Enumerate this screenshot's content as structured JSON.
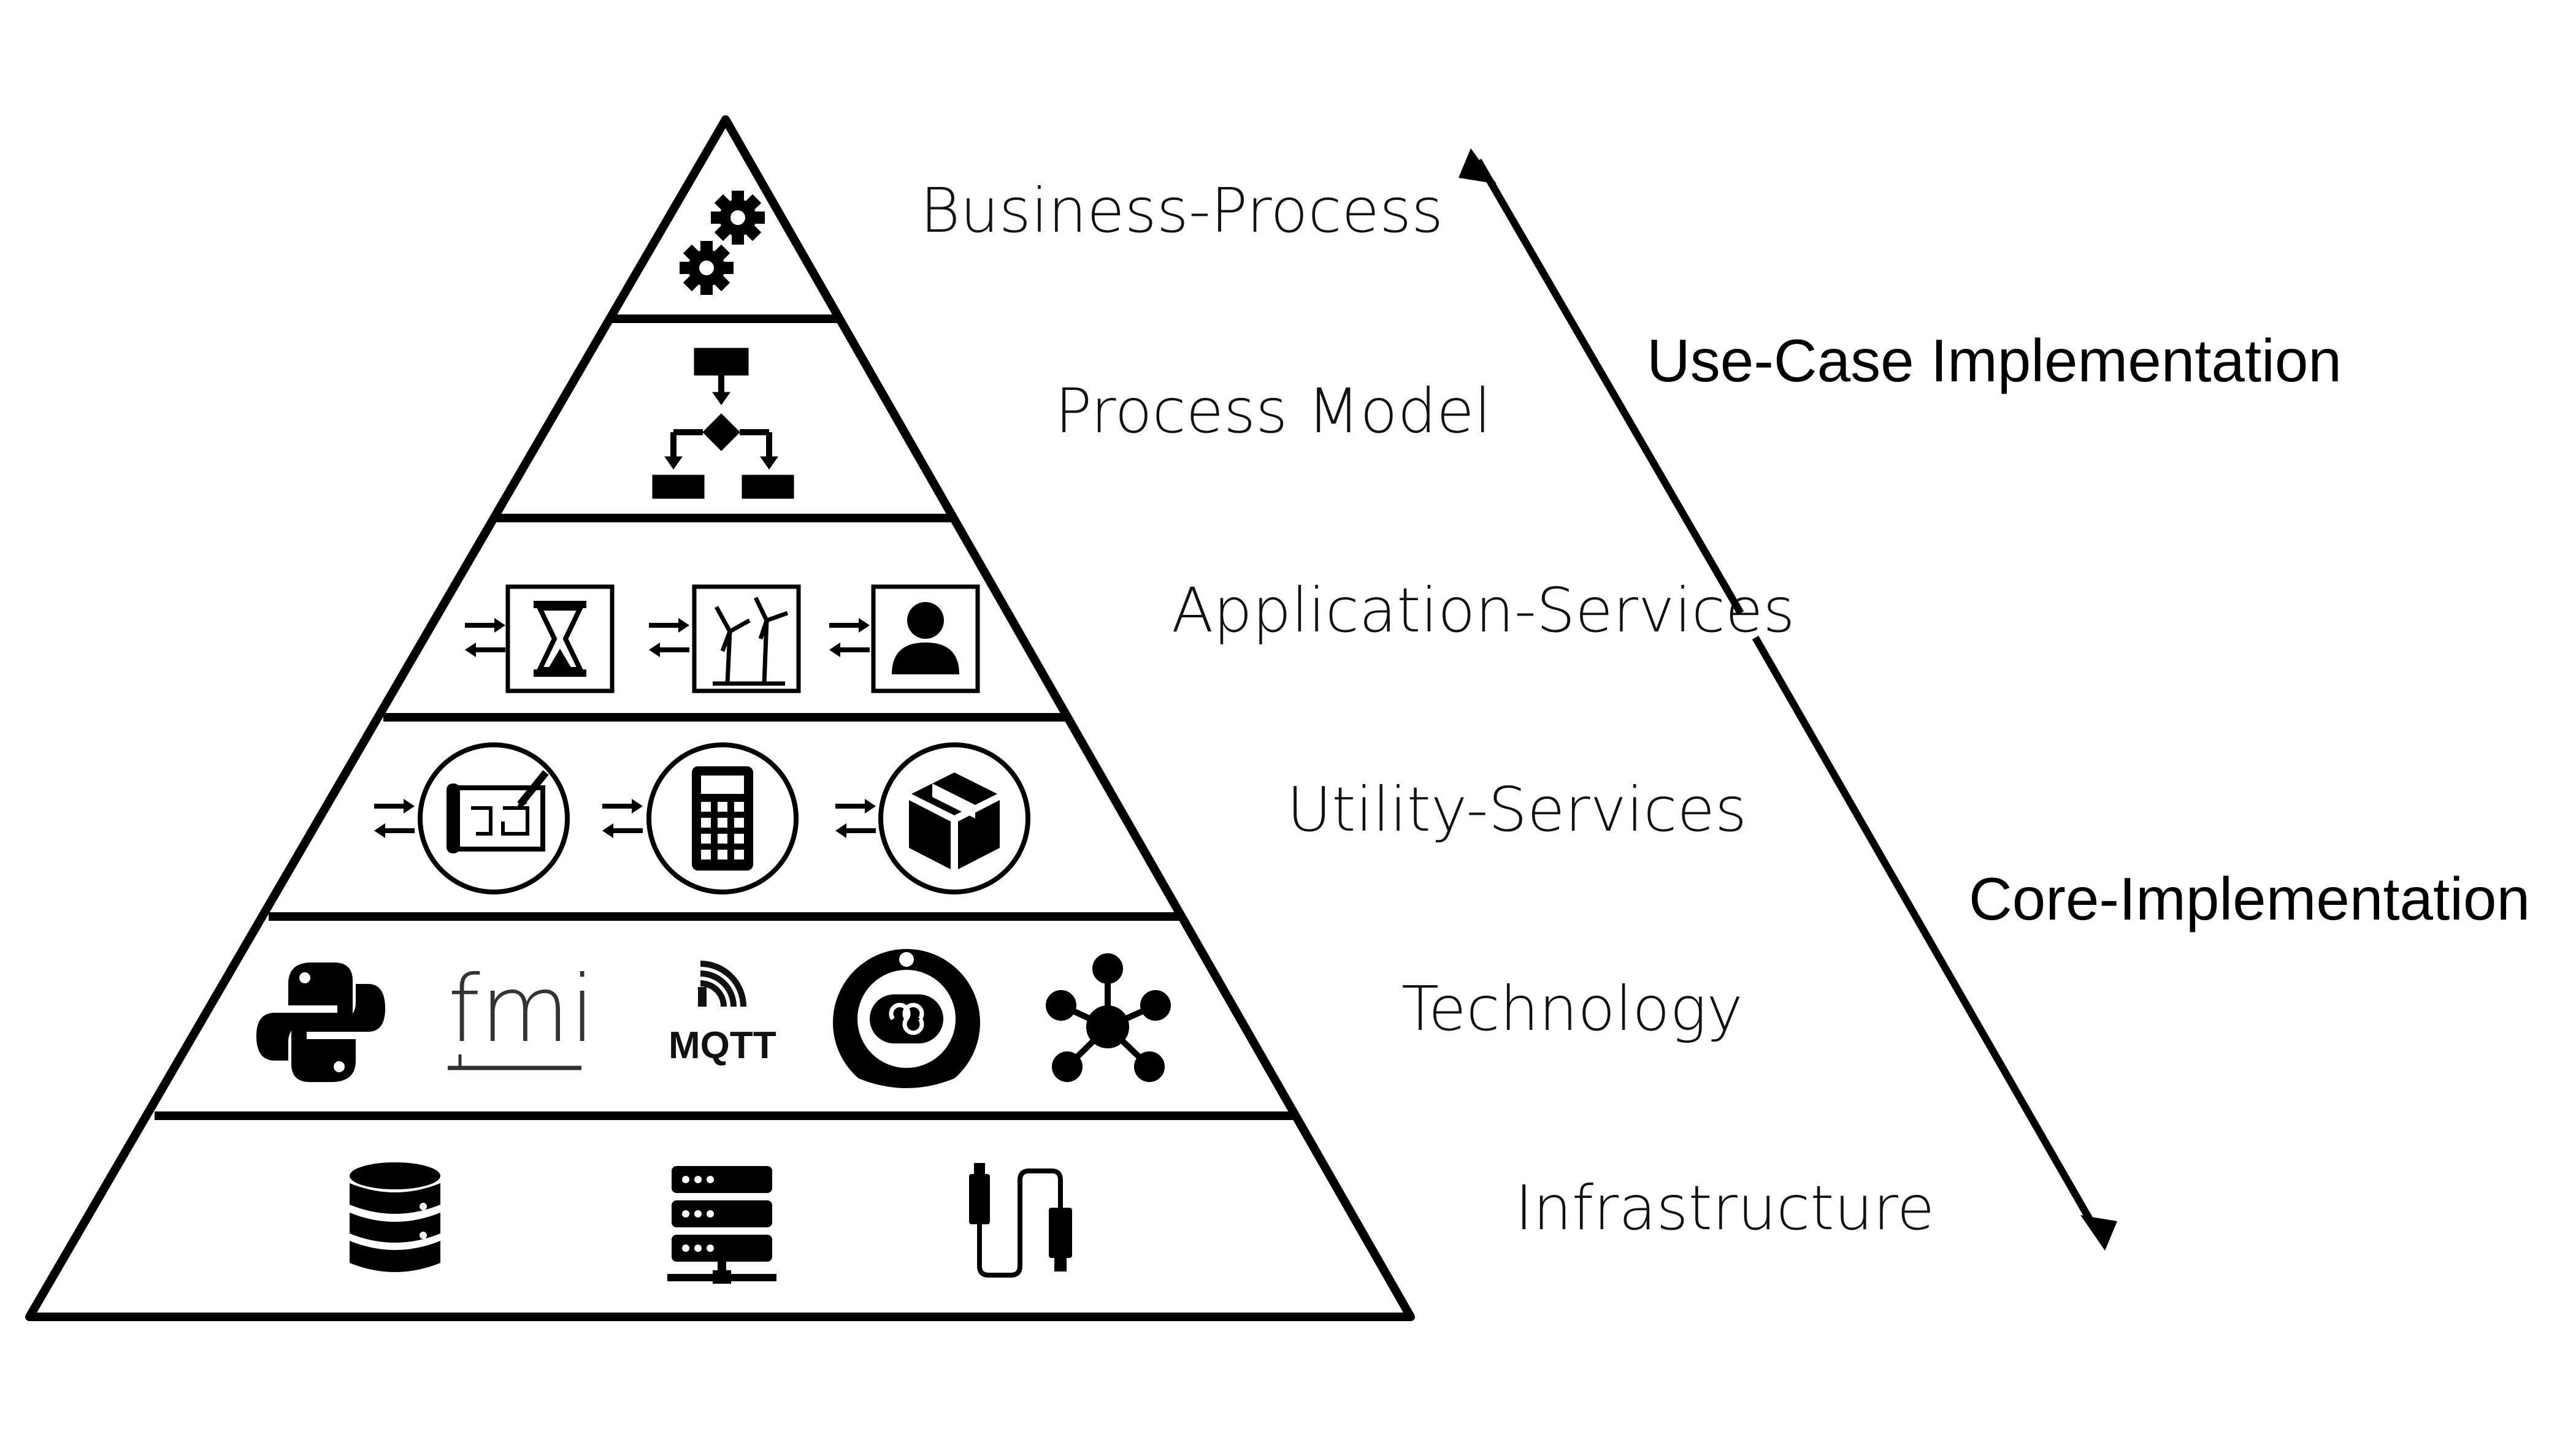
{
  "layers": [
    {
      "name": "Business-Process"
    },
    {
      "name": "Process Model"
    },
    {
      "name": "Application-Services"
    },
    {
      "name": "Utility-Services"
    },
    {
      "name": "Technology"
    },
    {
      "name": "Infrastructure"
    }
  ],
  "arrow": {
    "top_label": "Use-Case Implementation",
    "bottom_label": "Core-Implementation"
  },
  "technology_logos": {
    "fmi_text": "fmi",
    "mqtt_text": "MQTT"
  },
  "icons": {
    "business_process": [
      "gears-icon"
    ],
    "process_model": [
      "flowchart-icon"
    ],
    "application_services": [
      "hourglass-service-icon",
      "wind-turbine-service-icon",
      "user-service-icon"
    ],
    "utility_services": [
      "blueprint-service-icon",
      "calculator-service-icon",
      "package-service-icon"
    ],
    "technology": [
      "python-logo-icon",
      "fmi-logo-icon",
      "mqtt-logo-icon",
      "bot-logo-icon",
      "network-hub-icon"
    ],
    "infrastructure": [
      "database-icon",
      "server-rack-icon",
      "usb-cable-icon"
    ]
  }
}
